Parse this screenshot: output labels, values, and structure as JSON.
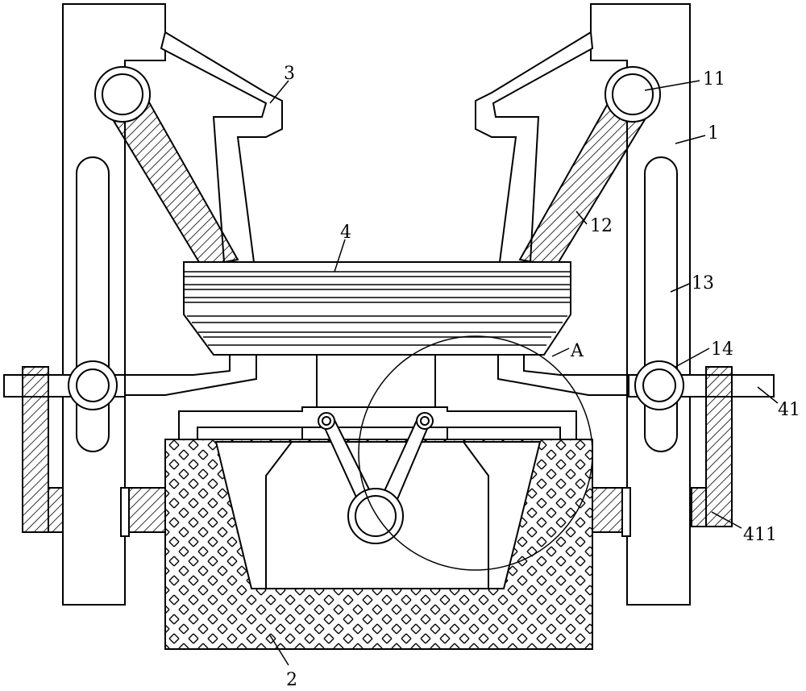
{
  "labels": {
    "frame": "1",
    "base": "2",
    "arm": "3",
    "cushion": "4",
    "roller": "11",
    "spring_strap": "12",
    "slot": "13",
    "pin": "14",
    "detail_view": "A",
    "side_rod": "41",
    "side_block": "411"
  }
}
